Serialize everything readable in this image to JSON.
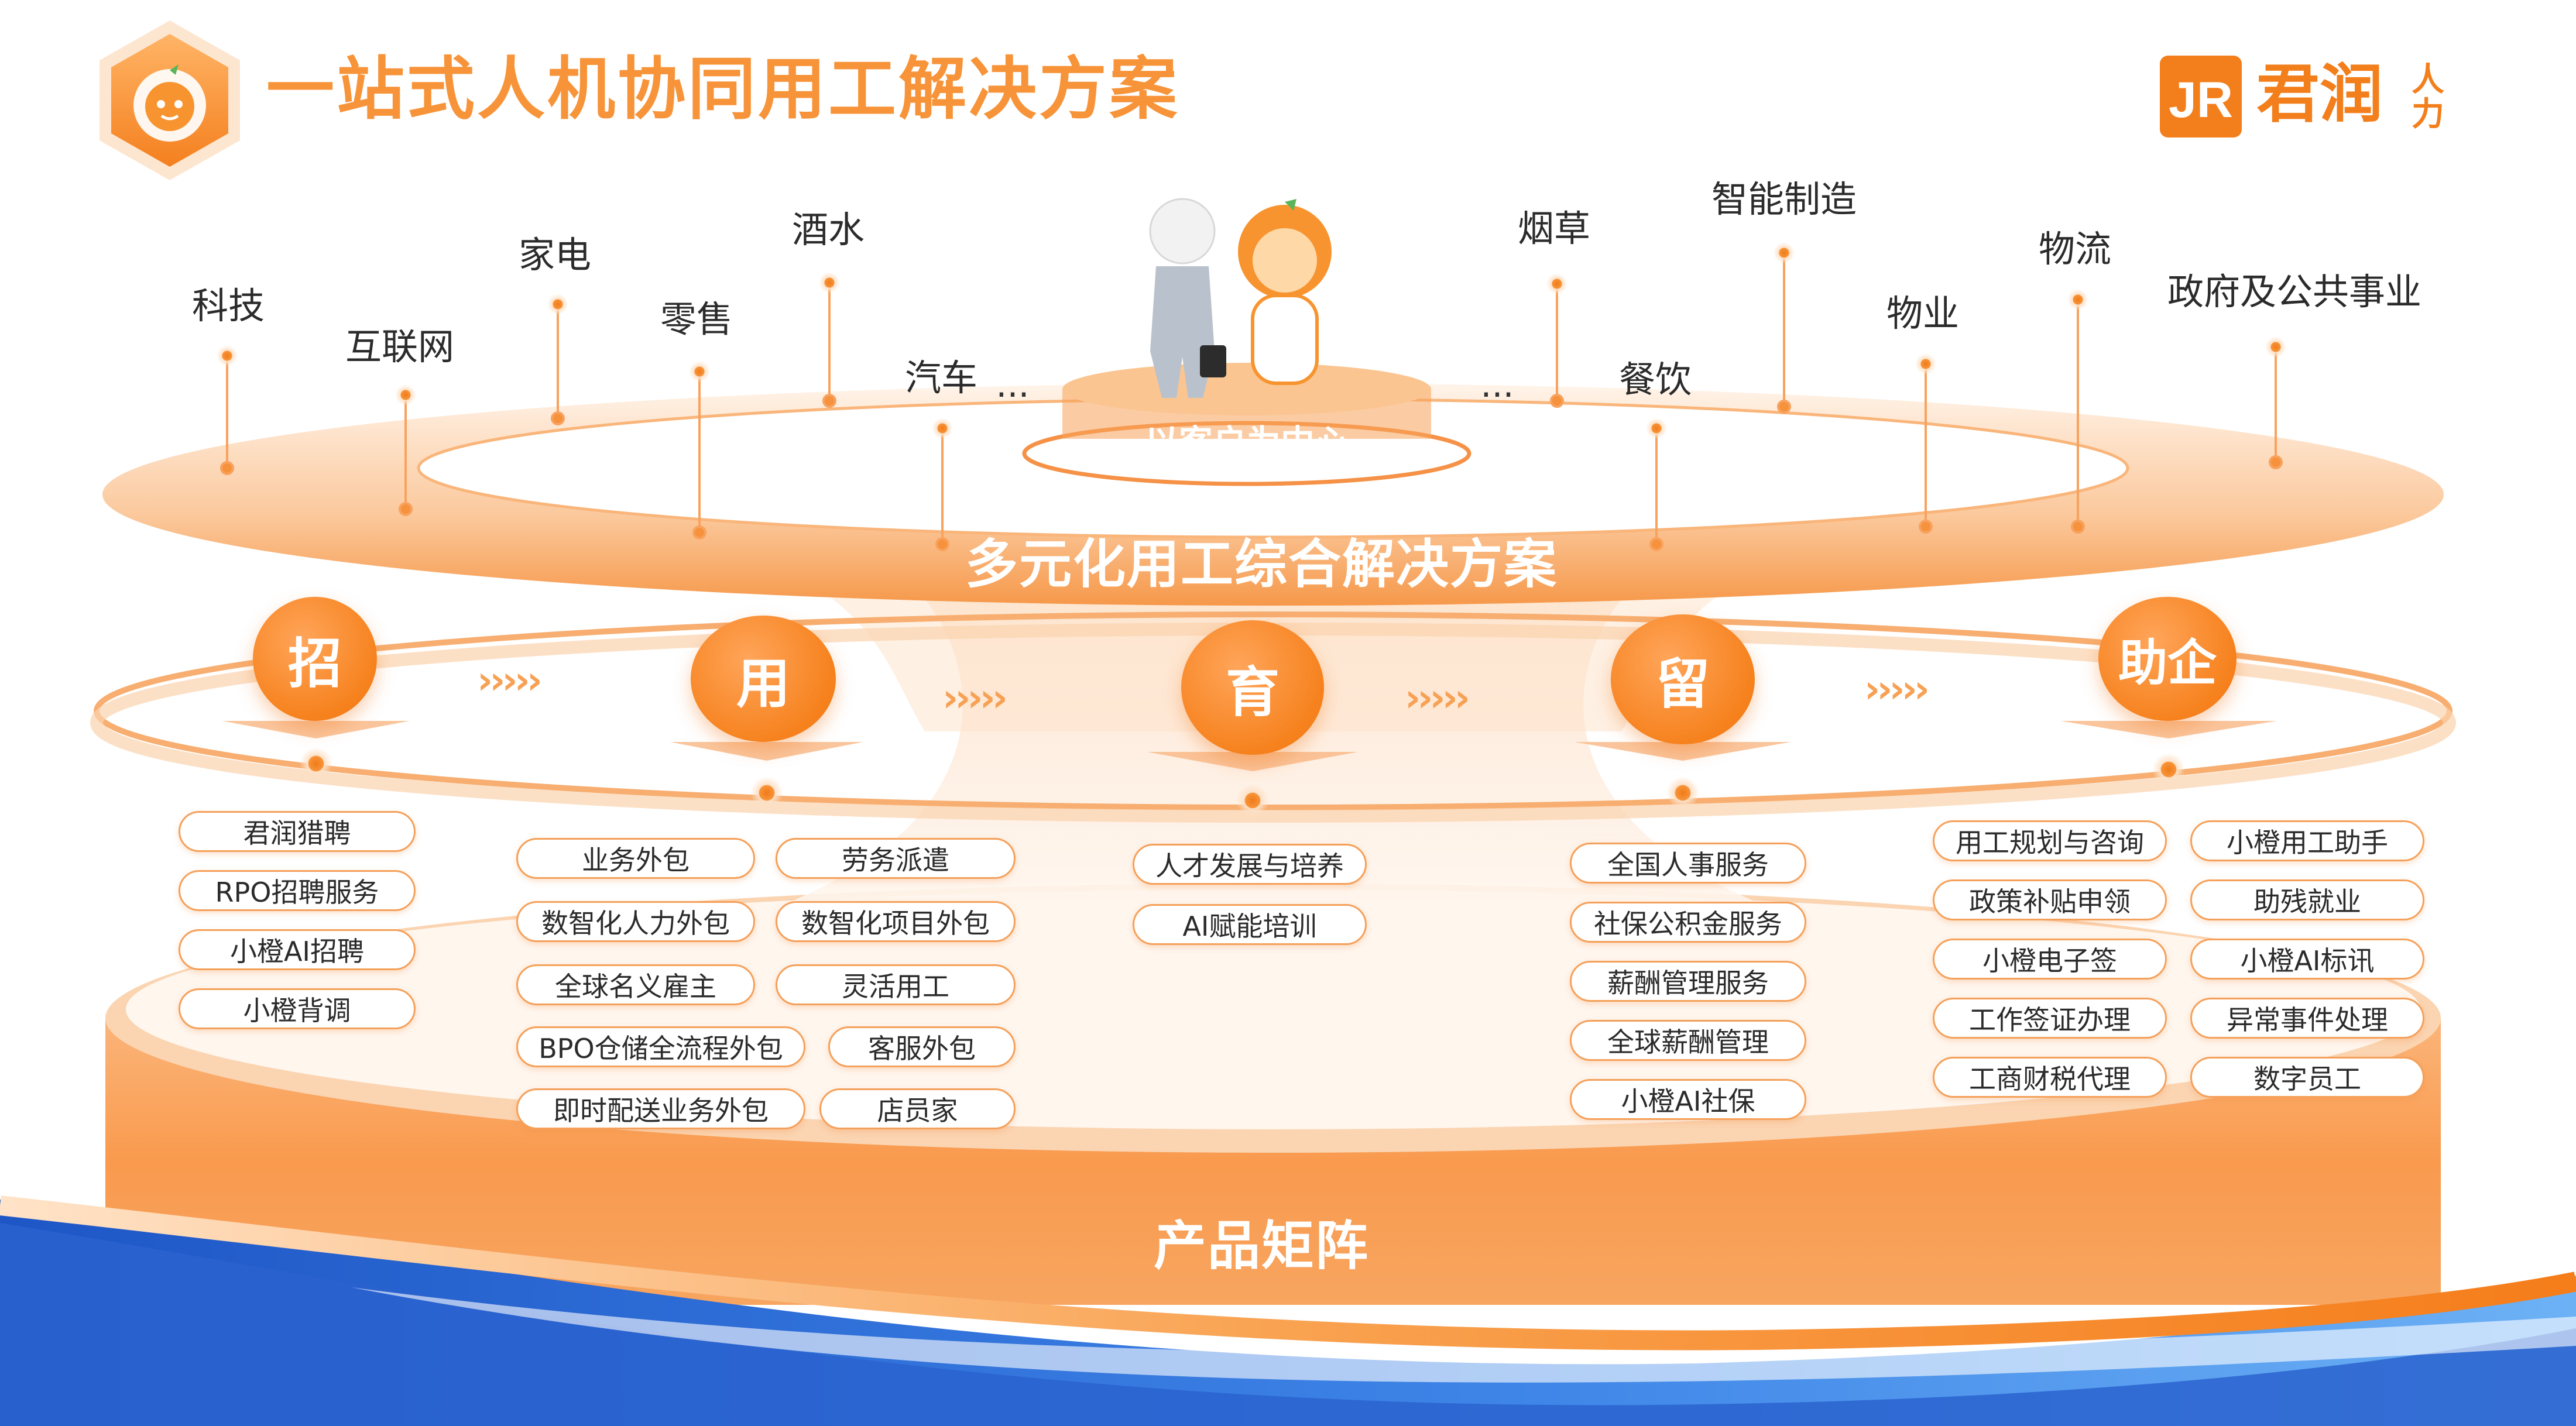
{
  "header": {
    "title": "一站式人机协同用工解决方案",
    "brand_name": "君润",
    "brand_sub": "人力",
    "brand_logo_text": "JR"
  },
  "industries": {
    "left": [
      "科技",
      "互联网",
      "家电",
      "零售",
      "酒水",
      "汽车"
    ],
    "right": [
      "烟草",
      "智能制造",
      "餐饮",
      "物业",
      "物流",
      "政府及公共事业"
    ],
    "ellipsis": "..."
  },
  "center": {
    "label": "以客户为中心"
  },
  "rings": {
    "top_label": "多元化用工综合解决方案",
    "bottom_label": "产品矩阵"
  },
  "stages": [
    {
      "name": "招",
      "items": [
        "君润猎聘",
        "RPO招聘服务",
        "小橙AI招聘",
        "小橙背调"
      ]
    },
    {
      "name": "用",
      "items": [
        "业务外包",
        "劳务派遣",
        "数智化人力外包",
        "数智化项目外包",
        "全球名义雇主",
        "灵活用工",
        "BPO仓储全流程外包",
        "客服外包",
        "即时配送业务外包",
        "店员家"
      ]
    },
    {
      "name": "育",
      "items": [
        "人才发展与培养",
        "AI赋能培训"
      ]
    },
    {
      "name": "留",
      "items": [
        "全国人事服务",
        "社保公积金服务",
        "薪酬管理服务",
        "全球薪酬管理",
        "小橙AI社保"
      ]
    },
    {
      "name": "助企",
      "items": [
        "用工规划与咨询",
        "小橙用工助手",
        "政策补贴申领",
        "助残就业",
        "小橙电子签",
        "小橙AI标讯",
        "工作签证办理",
        "异常事件处理",
        "工商财税代理",
        "数字员工"
      ]
    }
  ],
  "colors": {
    "accent": "#f7943a",
    "deep_orange": "#f27f1c",
    "light_orange": "#fde3cc",
    "blue_wave": "#2f6fd8"
  }
}
